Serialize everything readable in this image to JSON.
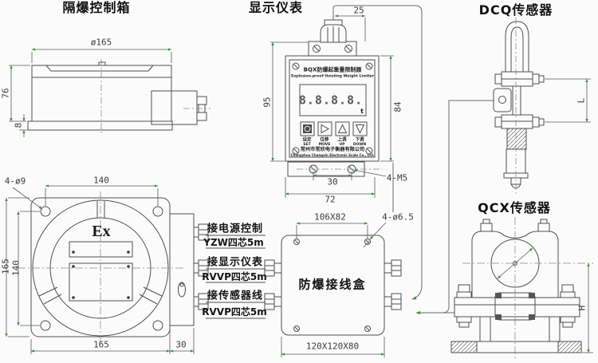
{
  "titles": {
    "control_box": "隔爆控制箱",
    "display": "显示仪表",
    "dcq": "DCQ传感器",
    "qcx": "QCX传感器"
  },
  "control_box_side": {
    "dim_width": "ø165",
    "dim_height": "76",
    "dim_base": "8"
  },
  "flange": {
    "marking": "Ex",
    "holes": "4-ø9",
    "dim_top": "140",
    "dim_left_outer": "165",
    "dim_left_inner": "140",
    "dim_bottom": "165",
    "dim_side": "30"
  },
  "display_unit": {
    "header_cn": "BQX防爆起重量限制器",
    "header_en": "Explosion-proof Hoisting Weight Limiter",
    "lcd": "8.8.8.8.",
    "lcd_unit": "t",
    "buttons": [
      {
        "cn": "设定",
        "en": "SET"
      },
      {
        "cn": "位移",
        "en": "MOVE"
      },
      {
        "cn": "上调",
        "en": "UP"
      },
      {
        "cn": "下调",
        "en": "DOWN"
      }
    ],
    "footer_cn": "常州市常欣电子衡器有限公司",
    "footer_en": "Changzhou Changxin Electronic Scale Co., Ltd.",
    "dim_top": "25",
    "dim_left": "95",
    "dim_right": "84",
    "dim_mount": "30",
    "dim_width": "72",
    "screw_spec": "4-M5"
  },
  "junction_box": {
    "label": "防爆接线盒",
    "dim_face": "106X82",
    "hole_spec": "4-ø6.5",
    "dim_overall": "120X120X80"
  },
  "cables": {
    "rows": [
      {
        "line1": "接电源控制",
        "line2": "YZW四芯5m"
      },
      {
        "line1": "接显示仪表",
        "line2": "RVVP四芯5m"
      },
      {
        "line1": "接传感器线",
        "line2": "RVVP四芯5m"
      }
    ]
  },
  "dcq": {
    "dim_length": "L"
  },
  "qcx": {
    "dim_height": "H"
  },
  "colors": {
    "line": "#4f4f4f",
    "arrow_green": "#3e8e41",
    "background": "#fbfbfb",
    "text": "#1a1a1a"
  }
}
